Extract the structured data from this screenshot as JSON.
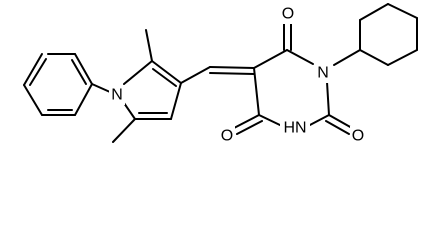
{
  "molecule": {
    "atoms": {
      "N1": "N",
      "N2": "N",
      "NH": "HN",
      "O1": "O",
      "O2": "O",
      "O3": "O"
    },
    "colors": {
      "bond": "#000000",
      "background": "#ffffff"
    }
  }
}
